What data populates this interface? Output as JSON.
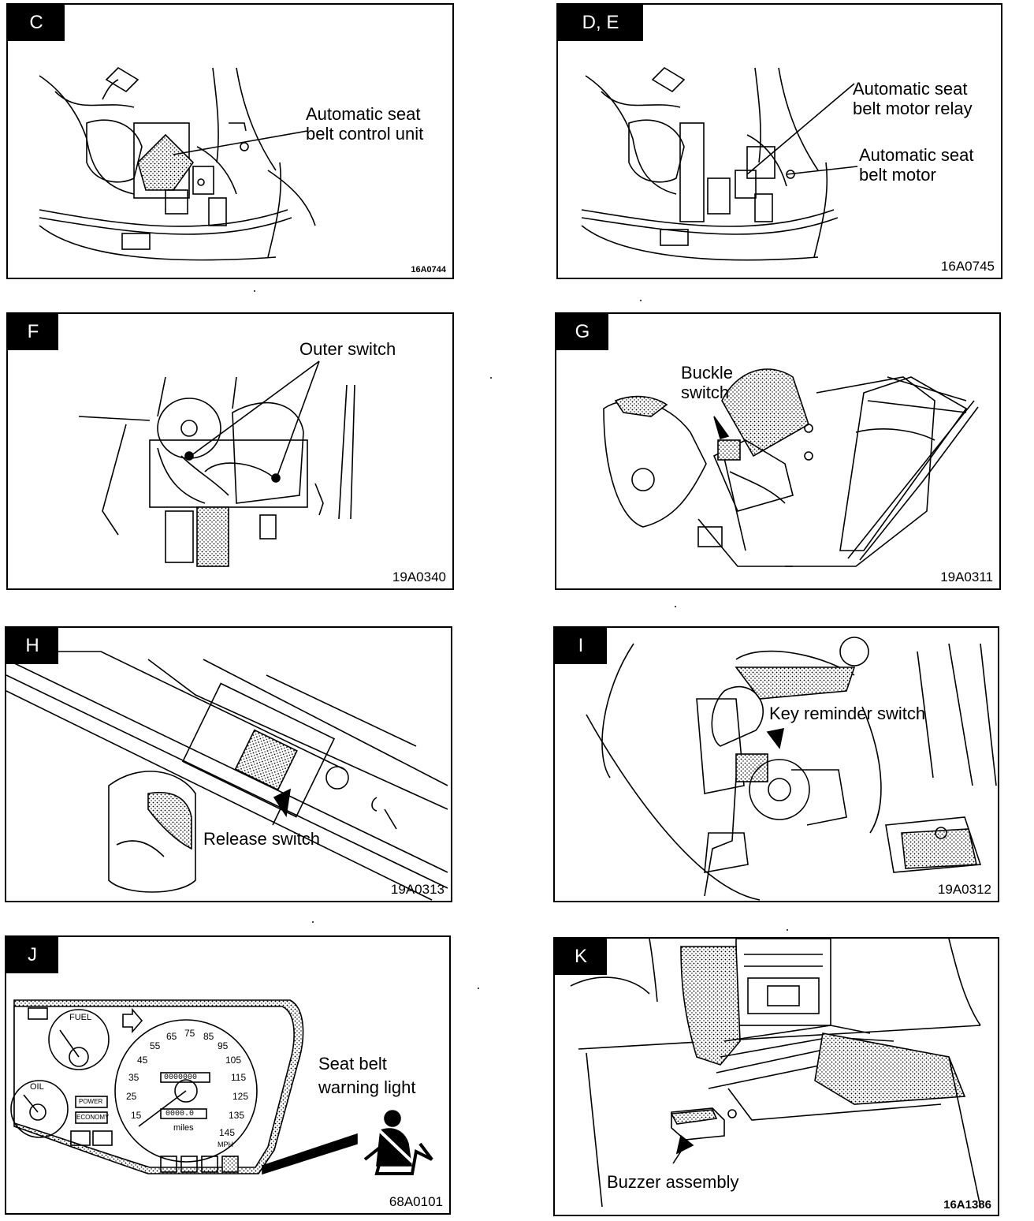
{
  "panels": {
    "c": {
      "tag": "C",
      "callout": "Automatic seat\nbelt control unit",
      "code": "16A0744"
    },
    "de": {
      "tag": "D, E",
      "callout_relay": "Automatic seat\nbelt motor relay",
      "callout_motor": "Automatic seat\nbelt motor",
      "code": "16A0745"
    },
    "f": {
      "tag": "F",
      "callout": "Outer switch",
      "code": "19A0340"
    },
    "g": {
      "tag": "G",
      "callout": "Buckle\nswitch",
      "code": "19A0311"
    },
    "h": {
      "tag": "H",
      "callout": "Release switch",
      "code": "19A0313"
    },
    "i": {
      "tag": "I",
      "callout": "Key reminder switch",
      "code": "19A0312"
    },
    "j": {
      "tag": "J",
      "callout": "Seat belt\nwarning light",
      "code": "68A0101",
      "gauge_fuel": "FUEL",
      "gauge_oil": "OIL",
      "speed_ticks": [
        "15",
        "25",
        "35",
        "45",
        "55",
        "65",
        "75",
        "85",
        "95",
        "105",
        "115",
        "125",
        "135",
        "145"
      ],
      "odometer": "0000000",
      "trip": "0000.0",
      "unit_miles": "miles",
      "unit_mph": "MPH",
      "btn_power": "POWER",
      "btn_economy": "ECONOMY"
    },
    "k": {
      "tag": "K",
      "callout": "Buzzer assembly",
      "code": "16A1386"
    }
  }
}
